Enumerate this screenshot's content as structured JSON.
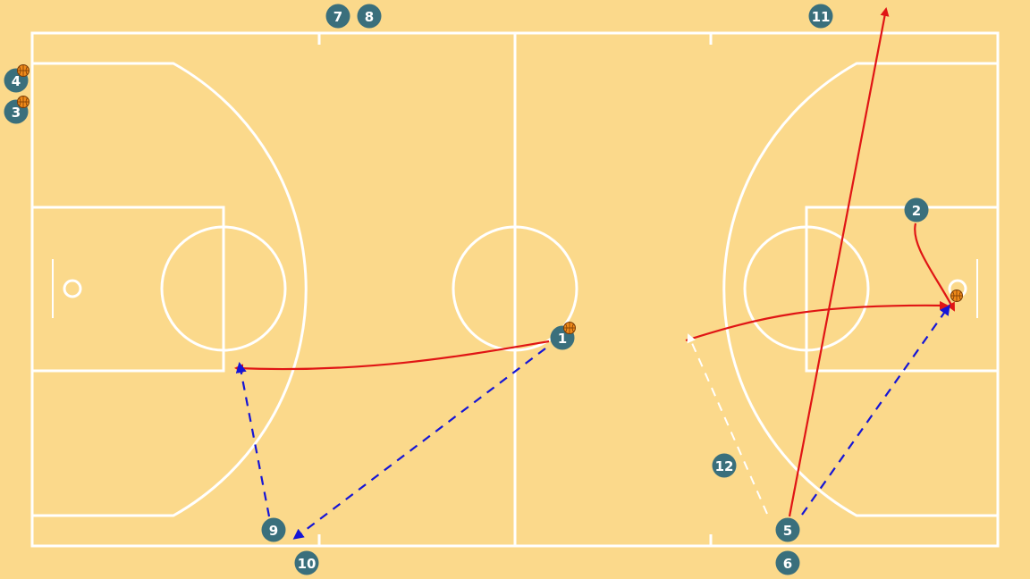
{
  "colors": {
    "court": "#fbd98b",
    "lines": "#ffffff",
    "player": "#3a6f7c",
    "pass": "#1515d6",
    "cut": "#e01515",
    "screen_path": "#ffffff",
    "ball": "#f08a1a"
  },
  "players": [
    {
      "id": "p1",
      "number": "1",
      "has_ball": true
    },
    {
      "id": "p2",
      "number": "2",
      "has_ball": false
    },
    {
      "id": "p3",
      "number": "3",
      "has_ball": true
    },
    {
      "id": "p4",
      "number": "4",
      "has_ball": true
    },
    {
      "id": "p5",
      "number": "5",
      "has_ball": false
    },
    {
      "id": "p6",
      "number": "6",
      "has_ball": false
    },
    {
      "id": "p7",
      "number": "7",
      "has_ball": false
    },
    {
      "id": "p8",
      "number": "8",
      "has_ball": false
    },
    {
      "id": "p9",
      "number": "9",
      "has_ball": false
    },
    {
      "id": "p10",
      "number": "10",
      "has_ball": false
    },
    {
      "id": "p11",
      "number": "11",
      "has_ball": false
    },
    {
      "id": "p12",
      "number": "12",
      "has_ball": false
    }
  ],
  "movements": [
    {
      "id": "m1",
      "type": "dribble-cut",
      "style": "solid",
      "color_key": "cut"
    },
    {
      "id": "m2",
      "type": "pass",
      "style": "dashed",
      "color_key": "pass"
    },
    {
      "id": "m3",
      "type": "pass",
      "style": "dashed",
      "color_key": "pass"
    },
    {
      "id": "m4",
      "type": "cut",
      "style": "solid",
      "color_key": "cut"
    },
    {
      "id": "m5",
      "type": "cut",
      "style": "solid",
      "color_key": "cut"
    },
    {
      "id": "m6",
      "type": "pass",
      "style": "dashed",
      "color_key": "pass"
    },
    {
      "id": "m7",
      "type": "cut",
      "style": "solid",
      "color_key": "cut"
    },
    {
      "id": "m8",
      "type": "path",
      "style": "dashed",
      "color_key": "screen_path"
    }
  ]
}
